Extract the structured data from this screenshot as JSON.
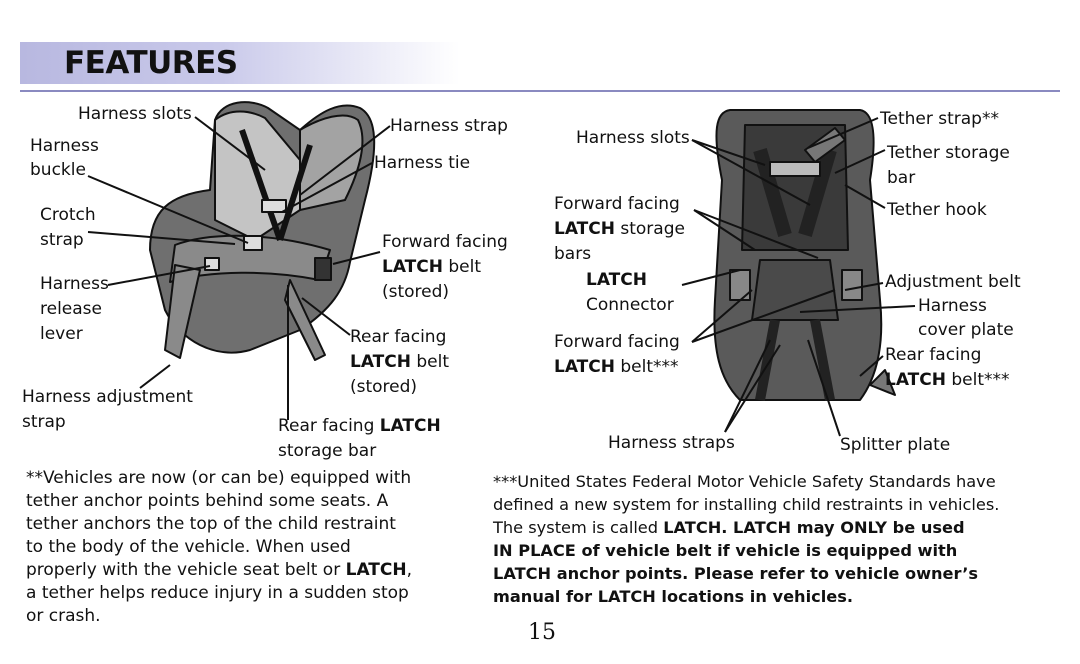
{
  "header": {
    "title": "FEATURES"
  },
  "left_diagram": {
    "harness_slots": "Harness slots",
    "harness_buckle_1": "Harness",
    "harness_buckle_2": "buckle",
    "crotch_strap_1": "Crotch",
    "crotch_strap_2": "strap",
    "release_1": "Harness",
    "release_2": "release",
    "release_3": "lever",
    "adjust_1": "Harness adjustment",
    "adjust_2": "strap",
    "harness_strap": "Harness strap",
    "harness_tie": "Harness tie",
    "fwd_latch_1": "Forward facing",
    "fwd_latch_2a": "LATCH",
    "fwd_latch_2b": " belt",
    "fwd_latch_3": "(stored)",
    "rear_latch_1": "Rear facing",
    "rear_latch_2a": "LATCH",
    "rear_latch_2b": " belt",
    "rear_latch_3": "(stored)",
    "rear_storage_1a": "Rear facing ",
    "rear_storage_1b": "LATCH",
    "rear_storage_2": "storage bar"
  },
  "right_diagram": {
    "harness_slots": "Harness slots",
    "fwd_storage_1": "Forward facing",
    "fwd_storage_2a": "LATCH",
    "fwd_storage_2b": " storage",
    "fwd_storage_3": "bars",
    "latch_conn_1": "LATCH",
    "latch_conn_2": "Connector",
    "fwd_belt_1": "Forward facing",
    "fwd_belt_2a": "LATCH",
    "fwd_belt_2b": " belt***",
    "harness_straps": "Harness straps",
    "tether_strap": "Tether strap**",
    "tether_storage_1": "Tether storage",
    "tether_storage_2": "bar",
    "tether_hook": "Tether hook",
    "adjustment_belt": "Adjustment belt",
    "cover_plate_1": "Harness",
    "cover_plate_2": "cover plate",
    "rear_belt_1": "Rear facing",
    "rear_belt_2a": "LATCH",
    "rear_belt_2b": " belt***",
    "splitter_plate": "Splitter plate"
  },
  "notes": {
    "left_lines": [
      "**Vehicles are now (or can be) equipped with",
      "tether anchor points behind some seats. A",
      "tether anchors the top of the child restraint",
      "to the body of the vehicle. When used"
    ],
    "left_line5a": "properly with the vehicle seat belt or ",
    "left_line5b": "LATCH",
    "left_line5c": ",",
    "left_line6": "a tether helps reduce injury in a sudden stop",
    "left_line7": "or crash.",
    "right_line1": "***United States Federal Motor Vehicle Safety Standards have",
    "right_line2": "defined a new system for installing child restraints in vehicles.",
    "right_line3a": "The system is called ",
    "right_line3b": "LATCH. LATCH may ONLY be used",
    "right_line4": "IN PLACE of vehicle belt if vehicle is equipped with",
    "right_line5": "LATCH  anchor points. Please refer to vehicle owner’s",
    "right_line6": "manual for LATCH locations in vehicles."
  },
  "page_number": "15"
}
